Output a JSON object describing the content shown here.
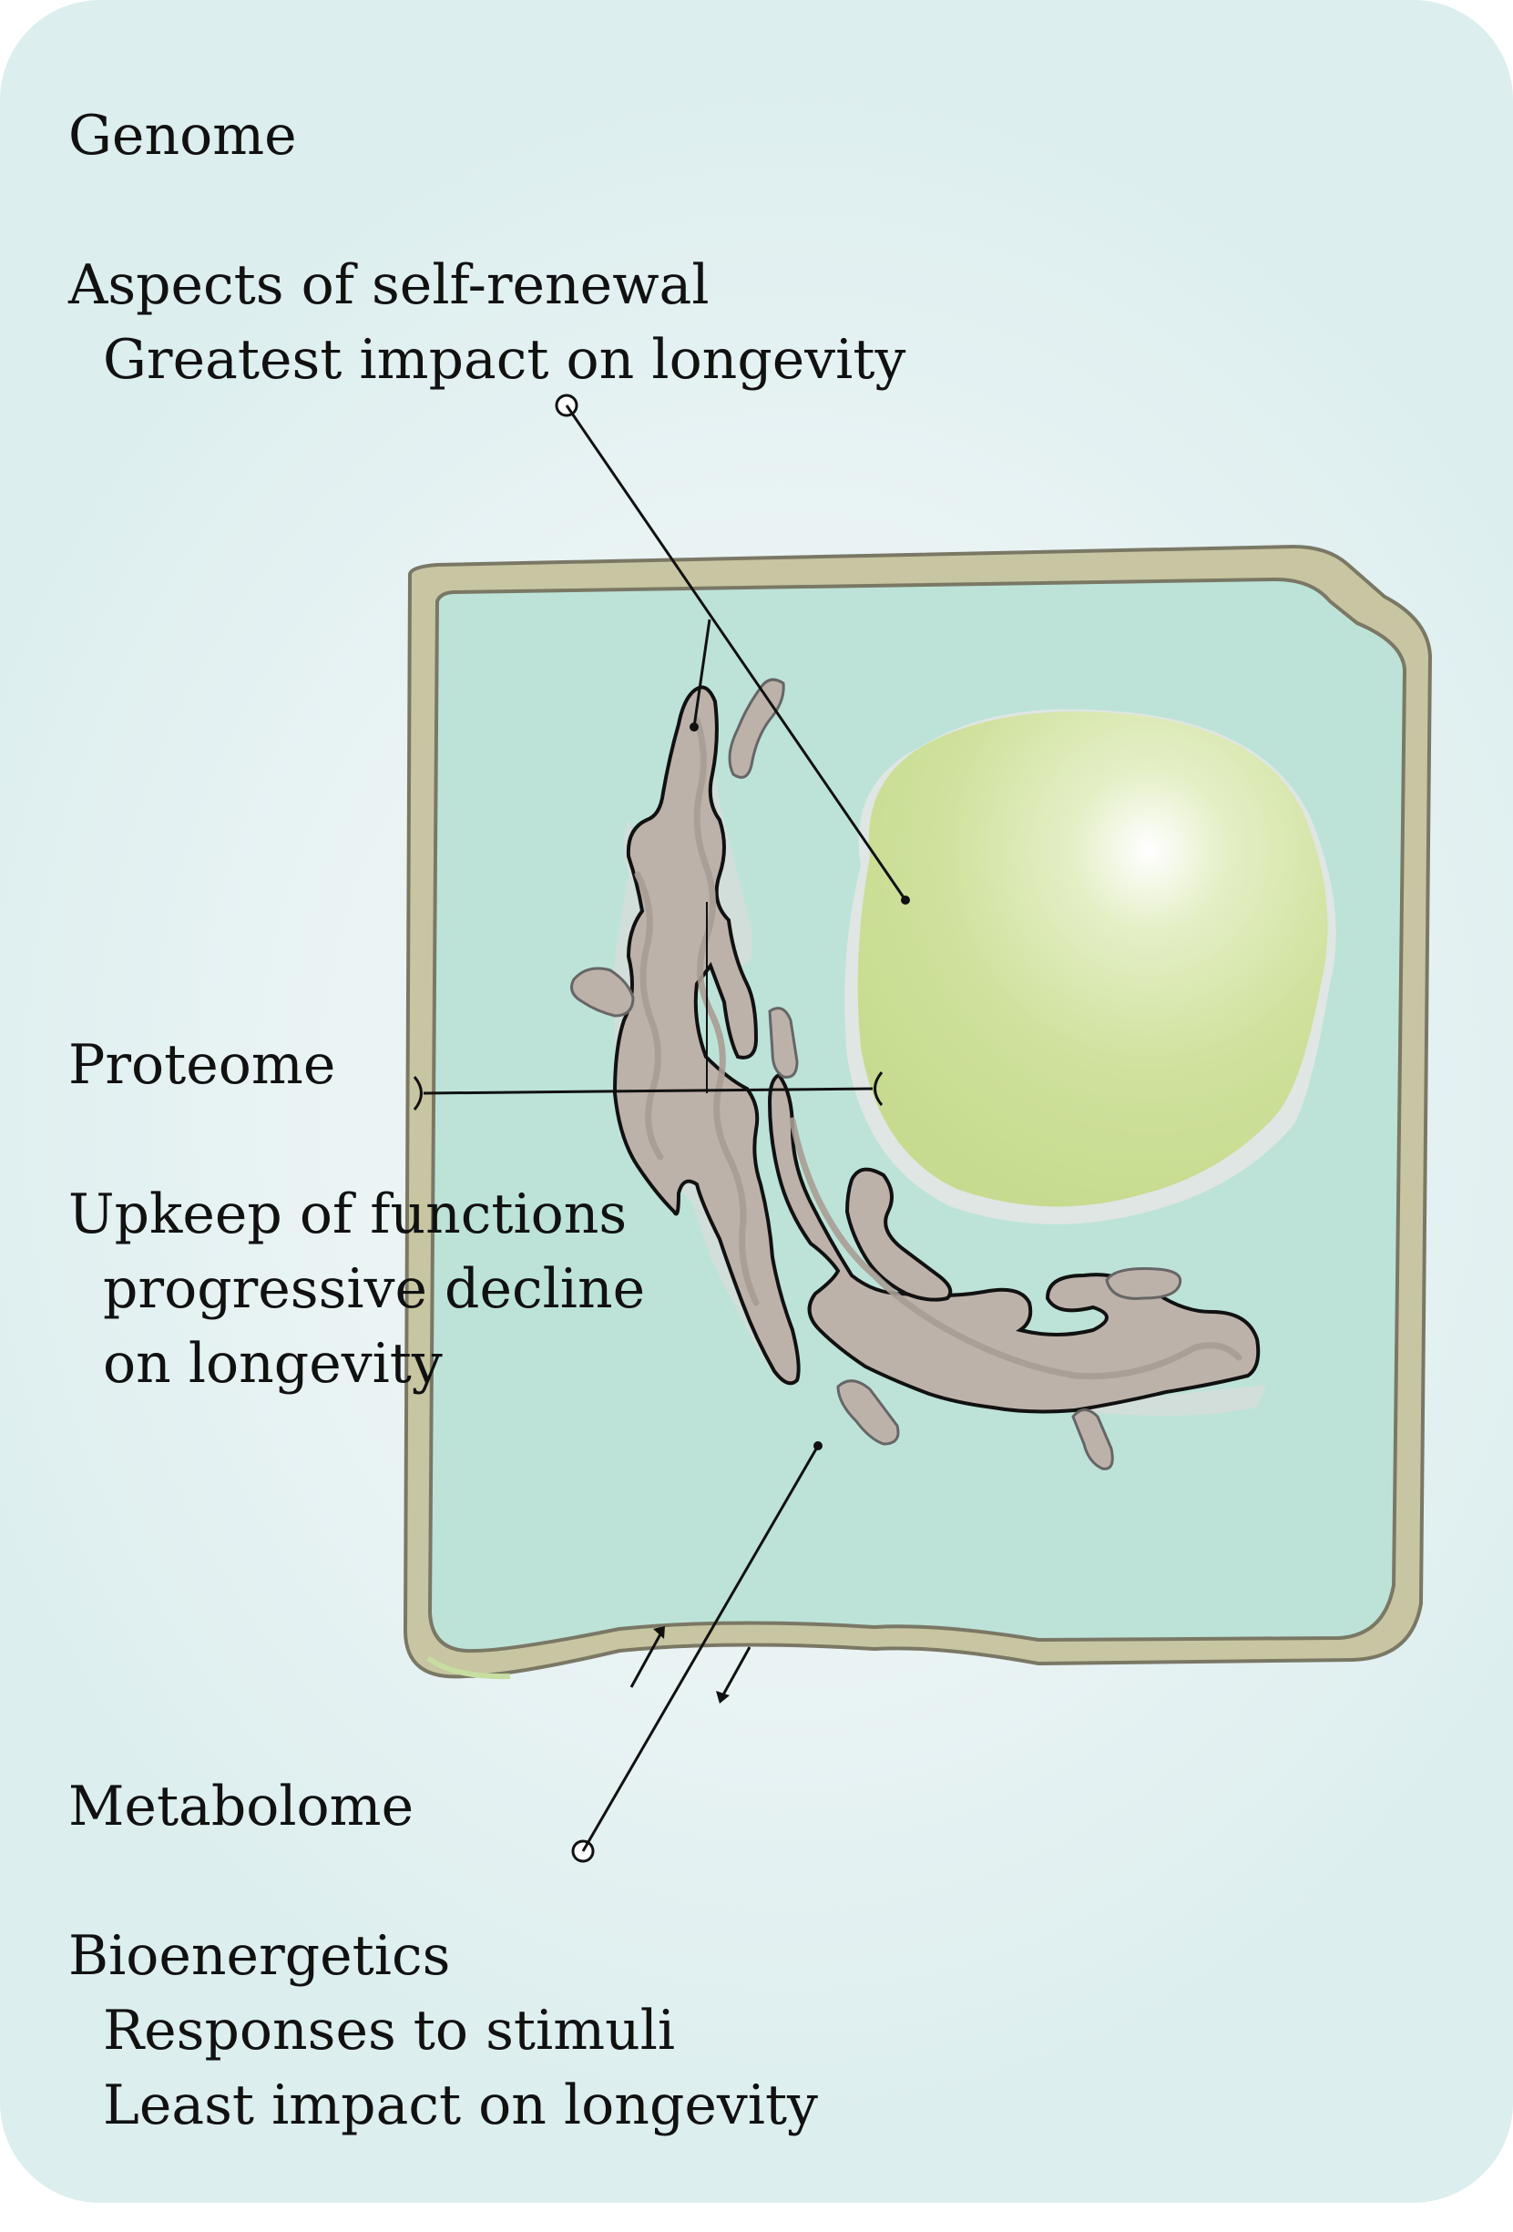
{
  "genome": {
    "heading": "Genome",
    "line1": "Aspects of self-renewal",
    "line2": "Greatest impact on longevity"
  },
  "proteome": {
    "heading": "Proteome",
    "line1": "Upkeep of functions",
    "line2": "progressive decline",
    "line3": "on longevity"
  },
  "metabolome": {
    "heading": "Metabolome",
    "line1": "Bioenergetics",
    "line2": "Responses to stimuli",
    "line3": "Least impact on longevity"
  },
  "colors": {
    "background": "#e9f3f4",
    "cell_wall": "#c8c5a2",
    "cytoplasm": "#bde3d8",
    "nucleus": "#cfe19c",
    "mitochondria": "#bdb2aa",
    "lines": "#111111"
  }
}
